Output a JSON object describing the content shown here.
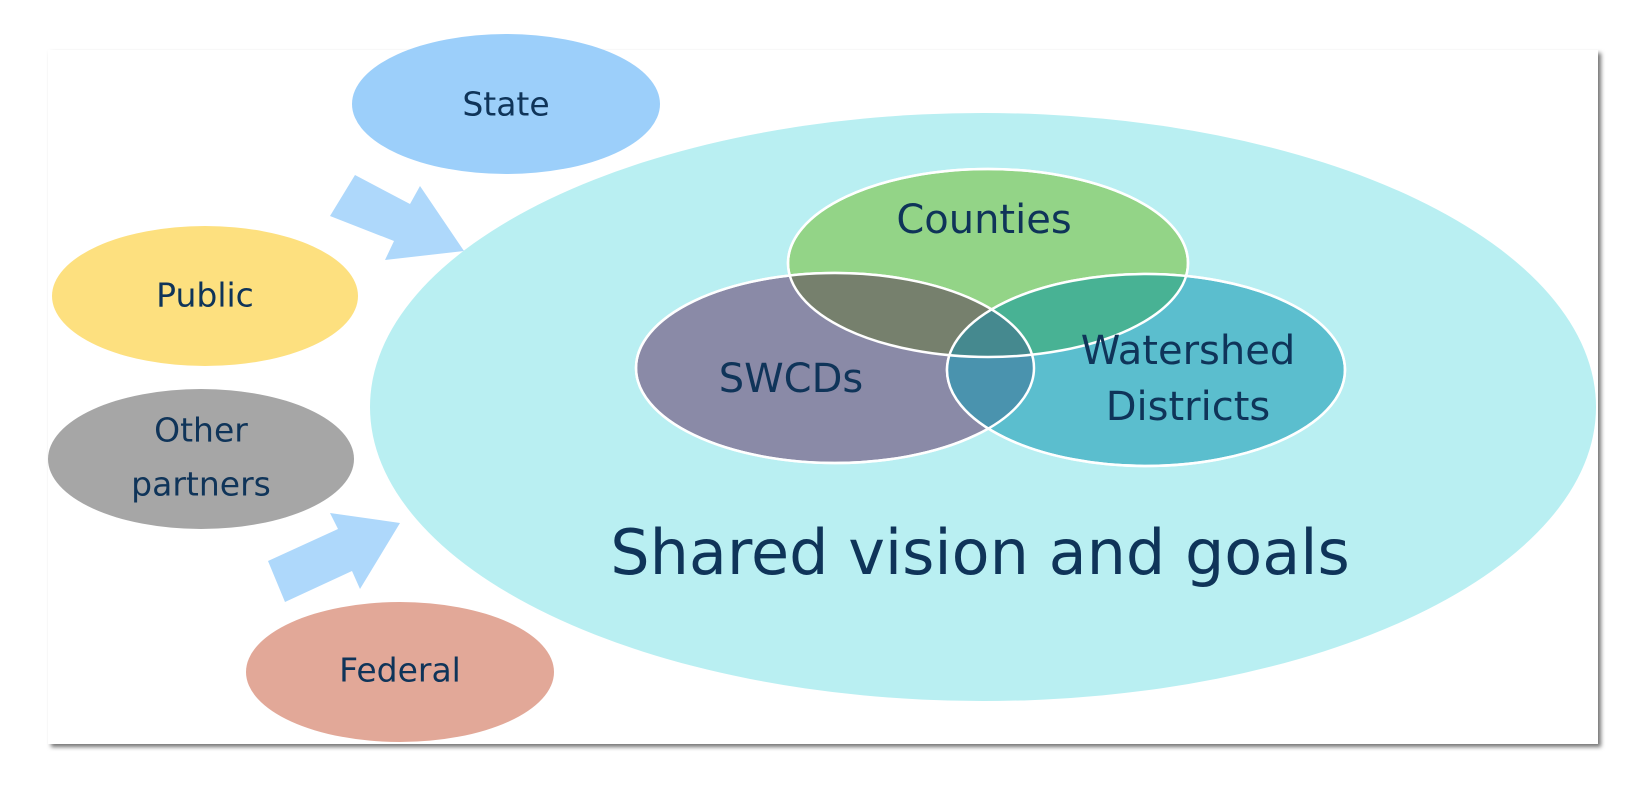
{
  "title": "Shared vision and goals",
  "core_groups": {
    "top": "Counties",
    "left": "SWCDs",
    "right_line1": "Watershed",
    "right_line2": "Districts"
  },
  "partners": {
    "state": "State",
    "public": "Public",
    "other_line1": "Other",
    "other_line2": "partners",
    "federal": "Federal"
  },
  "colors": {
    "outer_ellipse": "#b9eff2",
    "counties": "#93d487",
    "swcds": "#8a8aa7",
    "watershed": "#5bbece",
    "state": "#9ccffa",
    "public": "#fde07f",
    "other": "#a6a6a6",
    "federal": "#e2a898",
    "arrows": "#aed8fb",
    "text": "#0f3459"
  }
}
